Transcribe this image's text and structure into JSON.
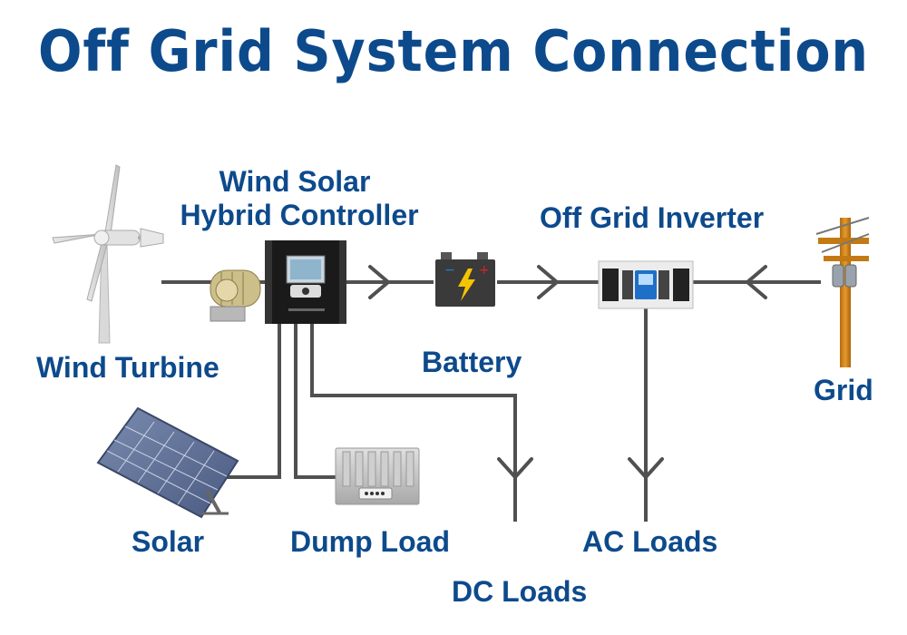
{
  "title": "Off Grid System Connection",
  "labels": {
    "controller_line1": "Wind Solar",
    "controller_line2": "Hybrid Controller",
    "inverter": "Off Grid Inverter",
    "wind_turbine": "Wind Turbine",
    "battery": "Battery",
    "grid": "Grid",
    "solar": "Solar",
    "dump_load": "Dump Load",
    "dc_loads": "DC Loads",
    "ac_loads": "AC Loads"
  },
  "colors": {
    "title": "#0d4a8c",
    "label": "#0d4a8c",
    "wire": "#505050",
    "controller": "#1a1a1a",
    "battery_bolt": "#f5c400",
    "pole": "#d48a1c"
  }
}
